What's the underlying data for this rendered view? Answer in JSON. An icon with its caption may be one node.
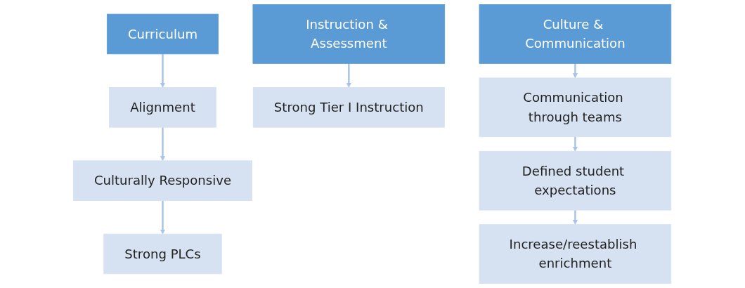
{
  "diagram": {
    "nodes": [
      {
        "text": [
          "Curriculum"
        ]
      },
      {
        "text": [
          "Alignment"
        ]
      },
      {
        "text": [
          "Culturally Responsive"
        ]
      },
      {
        "text": [
          "Strong PLCs"
        ]
      },
      {
        "text": [
          "Instruction & Assessment"
        ]
      },
      {
        "text": [
          "Strong Tier I Instruction"
        ]
      },
      {
        "text": [
          "Culture & Communication"
        ]
      },
      {
        "text": [
          "Communication through teams"
        ]
      },
      {
        "text": [
          "Defined student expectations"
        ]
      },
      {
        "text": [
          "Increase/reestablish enrichment"
        ]
      }
    ],
    "edges": [
      {
        "from": 0,
        "to": 1,
        "arrow": "to"
      },
      {
        "from": 1,
        "to": 2,
        "arrow": "to"
      },
      {
        "from": 2,
        "to": 3,
        "arrow": "to"
      },
      {
        "from": 4,
        "to": 5,
        "arrow": "to"
      },
      {
        "from": 6,
        "to": 7,
        "arrow": "to"
      },
      {
        "from": 7,
        "to": 8,
        "arrow": "to"
      },
      {
        "from": 8,
        "to": 9,
        "arrow": "to"
      }
    ]
  }
}
